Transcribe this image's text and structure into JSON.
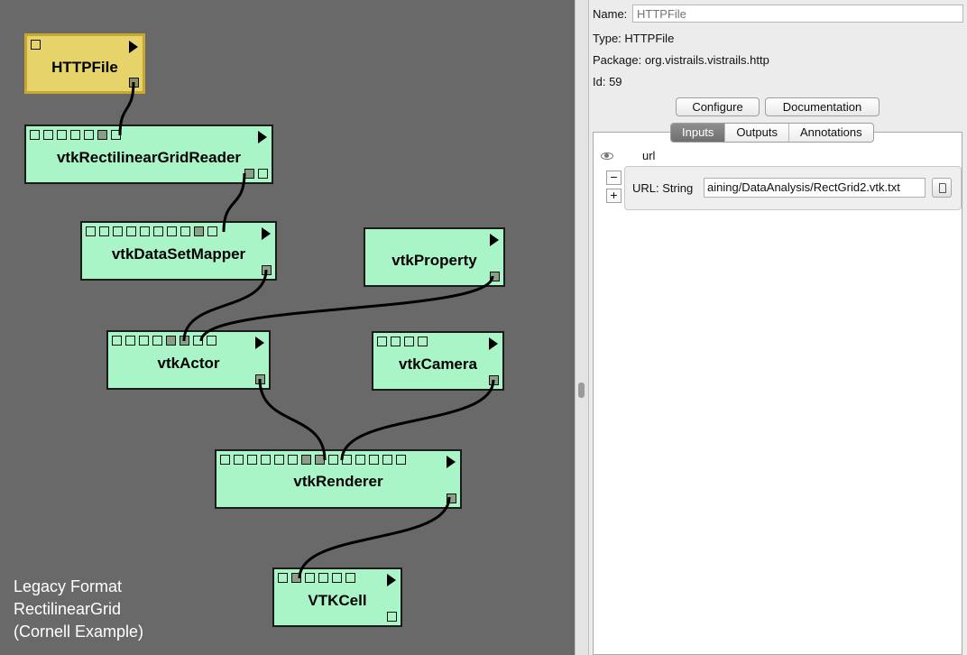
{
  "pipeline": {
    "modules": [
      {
        "id": "httpfile",
        "name": "HTTPFile",
        "selected": true,
        "inputs": 1,
        "in_connected": [],
        "outputs": 1,
        "out_connected": [
          0
        ]
      },
      {
        "id": "reader",
        "name": "vtkRectilinearGridReader",
        "selected": false,
        "inputs": 7,
        "in_connected": [
          5
        ],
        "outputs": 2,
        "out_connected": [
          0
        ]
      },
      {
        "id": "mapper",
        "name": "vtkDataSetMapper",
        "selected": false,
        "inputs": 10,
        "in_connected": [
          8
        ],
        "outputs": 1,
        "out_connected": [
          0
        ]
      },
      {
        "id": "property",
        "name": "vtkProperty",
        "selected": false,
        "inputs": 0,
        "in_connected": [],
        "outputs": 1,
        "out_connected": [
          0
        ]
      },
      {
        "id": "actor",
        "name": "vtkActor",
        "selected": false,
        "inputs": 8,
        "in_connected": [
          4,
          5
        ],
        "outputs": 1,
        "out_connected": [
          0
        ]
      },
      {
        "id": "camera",
        "name": "vtkCamera",
        "selected": false,
        "inputs": 4,
        "in_connected": [],
        "outputs": 1,
        "out_connected": [
          0
        ]
      },
      {
        "id": "renderer",
        "name": "vtkRenderer",
        "selected": false,
        "inputs": 14,
        "in_connected": [
          6,
          7
        ],
        "outputs": 1,
        "out_connected": [
          0
        ]
      },
      {
        "id": "vtkcell",
        "name": "VTKCell",
        "selected": false,
        "inputs": 6,
        "in_connected": [
          1
        ],
        "outputs": 1,
        "out_connected": []
      }
    ],
    "connections": [
      {
        "from": "httpfile",
        "to": "reader"
      },
      {
        "from": "reader",
        "to": "mapper"
      },
      {
        "from": "mapper",
        "to": "actor"
      },
      {
        "from": "property",
        "to": "actor"
      },
      {
        "from": "actor",
        "to": "renderer"
      },
      {
        "from": "camera",
        "to": "renderer"
      },
      {
        "from": "renderer",
        "to": "vtkcell"
      }
    ],
    "note_lines": [
      "Legacy Format",
      "RectilinearGrid",
      "(Cornell Example)"
    ]
  },
  "properties": {
    "name_label": "Name:",
    "name_placeholder": "HTTPFile",
    "type_line": "Type: HTTPFile",
    "package_line": "Package: org.vistrails.vistrails.http",
    "id_line": "Id: 59",
    "configure_button": "Configure",
    "documentation_button": "Documentation",
    "tabs": [
      "Inputs",
      "Outputs",
      "Annotations"
    ],
    "active_tab": "Inputs",
    "input_port_name": "url",
    "url_label": "URL: String",
    "url_value": "aining/DataAnalysis/RectGrid2.vtk.txt",
    "remove_symbol": "−",
    "add_symbol": "+"
  },
  "colors": {
    "canvas": "#696969",
    "module_fill": "#aaf5c8",
    "selected_fill": "#e6d36a",
    "selected_border": "#c9a832",
    "note_text": "#ffffff"
  }
}
